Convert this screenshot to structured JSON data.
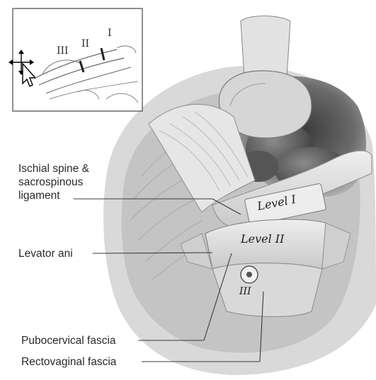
{
  "inset": {
    "level_labels": [
      "III",
      "II",
      "I"
    ]
  },
  "panel_labels": {
    "level_1": "Level I",
    "level_2": "Level II",
    "level_3": "III"
  },
  "callouts": {
    "ischial_spine": [
      "Ischial spine &",
      "sacrospinous",
      "ligament"
    ],
    "levator_ani": "Levator ani",
    "pubocervical_fascia": "Pubocervical fascia",
    "rectovaginal_fascia": "Rectovaginal fascia"
  },
  "icons": {
    "cursor": "move-cursor-icon"
  }
}
